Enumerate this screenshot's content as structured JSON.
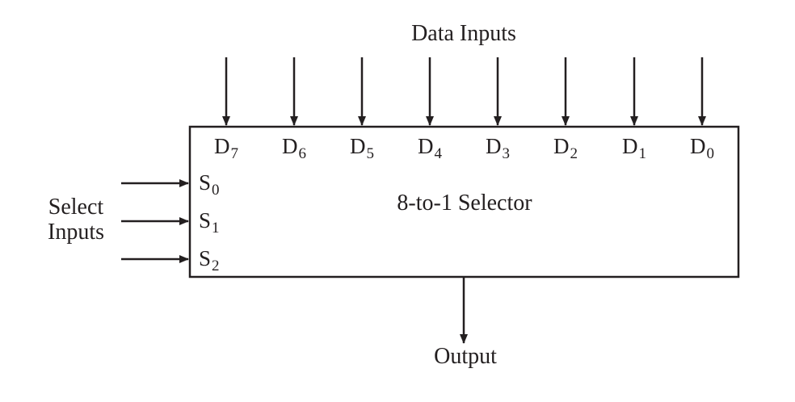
{
  "labels": {
    "data_inputs": "Data Inputs",
    "select_inputs_line1": "Select",
    "select_inputs_line2": "Inputs",
    "selector": "8-to-1 Selector",
    "output": "Output"
  },
  "data_pins": [
    {
      "letter": "D",
      "sub": "7"
    },
    {
      "letter": "D",
      "sub": "6"
    },
    {
      "letter": "D",
      "sub": "5"
    },
    {
      "letter": "D",
      "sub": "4"
    },
    {
      "letter": "D",
      "sub": "3"
    },
    {
      "letter": "D",
      "sub": "2"
    },
    {
      "letter": "D",
      "sub": "1"
    },
    {
      "letter": "D",
      "sub": "0"
    }
  ],
  "select_pins": [
    {
      "letter": "S",
      "sub": "0"
    },
    {
      "letter": "S",
      "sub": "1"
    },
    {
      "letter": "S",
      "sub": "2"
    }
  ],
  "colors": {
    "ink": "#231f20",
    "background": "#ffffff"
  }
}
